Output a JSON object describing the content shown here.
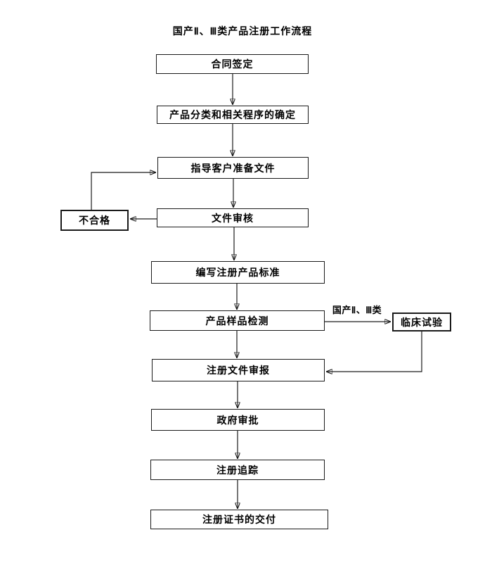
{
  "title": "国产Ⅱ、Ⅲ类产品注册工作流程",
  "flow": {
    "steps": [
      {
        "id": "contract-signing",
        "label": "合同签定"
      },
      {
        "id": "product-classification",
        "label": "产品分类和相关程序的确定"
      },
      {
        "id": "guide-client-documents",
        "label": "指导客户准备文件"
      },
      {
        "id": "document-review",
        "label": "文件审核"
      },
      {
        "id": "write-product-standard",
        "label": "编写注册产品标准"
      },
      {
        "id": "product-sample-testing",
        "label": "产品样品检测"
      },
      {
        "id": "registration-submission",
        "label": "注册文件审报"
      },
      {
        "id": "government-approval",
        "label": "政府审批"
      },
      {
        "id": "registration-tracking",
        "label": "注册追踪"
      },
      {
        "id": "certificate-delivery",
        "label": "注册证书的交付"
      }
    ],
    "side_nodes": {
      "reject": {
        "label": "不合格"
      },
      "clinical": {
        "label": "临床试验"
      }
    },
    "branch_label": "国产Ⅱ、Ⅲ类",
    "colors": {
      "line": "#1a1a1a",
      "box_border": "#1a1a1a",
      "background": "#ffffff",
      "text": "#000000"
    }
  }
}
